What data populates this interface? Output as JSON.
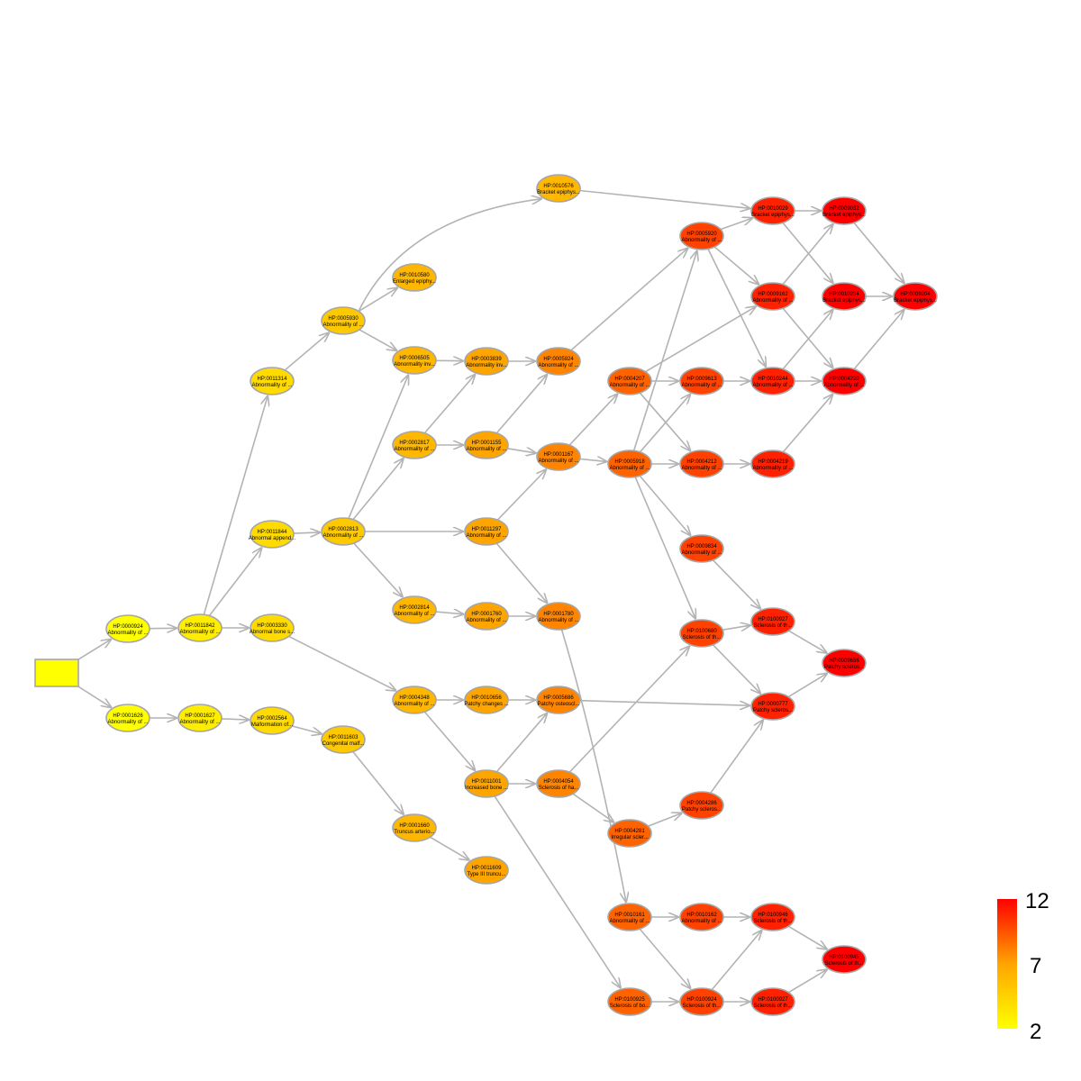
{
  "root": {
    "id": "root",
    "label": ""
  },
  "nodes": [
    {
      "id": "HP:0000924",
      "label": "Abnormality of ...",
      "level": 2
    },
    {
      "id": "HP:0001626",
      "label": "Abnormality of ...",
      "level": 2
    },
    {
      "id": "HP:0011842",
      "label": "Abnormality of ...",
      "level": 3
    },
    {
      "id": "HP:0001627",
      "label": "Abnormality of ...",
      "level": 3
    },
    {
      "id": "HP:0011314",
      "label": "Abnormality of ...",
      "level": 4
    },
    {
      "id": "HP:0011844",
      "label": "Abnormal append...",
      "level": 4
    },
    {
      "id": "HP:0003330",
      "label": "Abnormal bone s...",
      "level": 4
    },
    {
      "id": "HP:0002564",
      "label": "Malformation of...",
      "level": 4
    },
    {
      "id": "HP:0005930",
      "label": "Abnormality of ...",
      "level": 5
    },
    {
      "id": "HP:0002813",
      "label": "Abnormality of ...",
      "level": 5
    },
    {
      "id": "HP:0011603",
      "label": "Congenital malf...",
      "level": 5
    },
    {
      "id": "HP:0010576",
      "label": "Bracket epiphys...",
      "level": 6
    },
    {
      "id": "HP:0010580",
      "label": "Enlarged epiphy...",
      "level": 6
    },
    {
      "id": "HP:0006505",
      "label": "Abnormality inv...",
      "level": 6
    },
    {
      "id": "HP:0002817",
      "label": "Abnormality of ...",
      "level": 6
    },
    {
      "id": "HP:0002814",
      "label": "Abnormality of ...",
      "level": 6
    },
    {
      "id": "HP:0004348",
      "label": "Abnormality of ...",
      "level": 6
    },
    {
      "id": "HP:0001660",
      "label": "Truncus arterio...",
      "level": 6
    },
    {
      "id": "HP:0003839",
      "label": "Abnormality inv...",
      "level": 7
    },
    {
      "id": "HP:0001155",
      "label": "Abnormality of ...",
      "level": 7
    },
    {
      "id": "HP:0011297",
      "label": "Abnormality of ...",
      "level": 7
    },
    {
      "id": "HP:0001760",
      "label": "Abnormality of ...",
      "level": 7
    },
    {
      "id": "HP:0010656",
      "label": "Patchy changes ...",
      "level": 7
    },
    {
      "id": "HP:0011001",
      "label": "Increased bone ...",
      "level": 7
    },
    {
      "id": "HP:0011609",
      "label": "Type III truncu...",
      "level": 7
    },
    {
      "id": "HP:0005924",
      "label": "Abnormality of ...",
      "level": 8
    },
    {
      "id": "HP:0001167",
      "label": "Abnormality of ...",
      "level": 8
    },
    {
      "id": "HP:0001780",
      "label": "Abnormality of ...",
      "level": 8
    },
    {
      "id": "HP:0005686",
      "label": "Patchy osteoscl...",
      "level": 8
    },
    {
      "id": "HP:0004054",
      "label": "Sclerosis of ha...",
      "level": 8
    },
    {
      "id": "HP:0004207",
      "label": "Abnormality of ...",
      "level": 9
    },
    {
      "id": "HP:0005918",
      "label": "Abnormality of ...",
      "level": 9
    },
    {
      "id": "HP:0004281",
      "label": "Irregular scler...",
      "level": 9
    },
    {
      "id": "HP:0010161",
      "label": "Abnormality of ...",
      "level": 9
    },
    {
      "id": "HP:0100925",
      "label": "Sclerosis of bo...",
      "level": 9
    },
    {
      "id": "HP:0005920",
      "label": "Abnormality of ...",
      "level": 10
    },
    {
      "id": "HP:0009613",
      "label": "Abnormality of ...",
      "level": 10
    },
    {
      "id": "HP:0004212",
      "label": "Abnormality of ...",
      "level": 10
    },
    {
      "id": "HP:0009834",
      "label": "Abnormality of ...",
      "level": 10
    },
    {
      "id": "HP:0100680",
      "label": "Sclerosis of th...",
      "level": 10
    },
    {
      "id": "HP:0004286",
      "label": "Patchy scleros...",
      "level": 10
    },
    {
      "id": "HP:0010162",
      "label": "Abnormality of ...",
      "level": 10
    },
    {
      "id": "HP:0100924",
      "label": "Sclerosis of th...",
      "level": 10
    },
    {
      "id": "HP:0010029",
      "label": "Bracket epiphys...",
      "level": 11
    },
    {
      "id": "HP:0009162",
      "label": "Abnormality of ...",
      "level": 11
    },
    {
      "id": "HP:0010244",
      "label": "Abnormality of ...",
      "level": 11
    },
    {
      "id": "HP:0004219",
      "label": "Abnormality of ...",
      "level": 11
    },
    {
      "id": "HP:0100927",
      "label": "Sclerosis of th...",
      "level": 11
    },
    {
      "id": "HP:0000777",
      "label": "Patchy scleros...",
      "level": 11
    },
    {
      "id": "HP:0100946",
      "label": "Sclerosis of th...",
      "level": 11
    },
    {
      "id": "HP:0100927b",
      "label": "Sclerosis of th...",
      "level": 11
    },
    {
      "id": "HP:0009032",
      "label": "Bracket epiphys...",
      "level": 12
    },
    {
      "id": "HP:0010234",
      "label": "Bracket epiphys...",
      "level": 12
    },
    {
      "id": "HP:0004220",
      "label": "Abnormality of ...",
      "level": 12
    },
    {
      "id": "HP:0009656",
      "label": "Patchy scleros...",
      "level": 12
    },
    {
      "id": "HP:0100945",
      "label": "Sclerosis of th...",
      "level": 12
    },
    {
      "id": "HP:0009204",
      "label": "Bracket epiphys...",
      "level": 12
    }
  ],
  "edges": [
    [
      "root",
      "HP:0000924"
    ],
    [
      "root",
      "HP:0001626"
    ],
    [
      "HP:0000924",
      "HP:0011842"
    ],
    [
      "HP:0001626",
      "HP:0001627"
    ],
    [
      "HP:0011842",
      "HP:0011314"
    ],
    [
      "HP:0011842",
      "HP:0011844"
    ],
    [
      "HP:0011842",
      "HP:0003330"
    ],
    [
      "HP:0001627",
      "HP:0002564"
    ],
    [
      "HP:0011314",
      "HP:0005930"
    ],
    [
      "HP:0011844",
      "HP:0002813"
    ],
    [
      "HP:0003330",
      "HP:0004348"
    ],
    [
      "HP:0002564",
      "HP:0011603"
    ],
    [
      "HP:0005930",
      "HP:0010576"
    ],
    [
      "HP:0005930",
      "HP:0010580"
    ],
    [
      "HP:0005930",
      "HP:0006505"
    ],
    [
      "HP:0002813",
      "HP:0006505"
    ],
    [
      "HP:0002813",
      "HP:0002817"
    ],
    [
      "HP:0002813",
      "HP:0011297"
    ],
    [
      "HP:0002813",
      "HP:0002814"
    ],
    [
      "HP:0011603",
      "HP:0001660"
    ],
    [
      "HP:0001660",
      "HP:0011609"
    ],
    [
      "HP:0006505",
      "HP:0003839"
    ],
    [
      "HP:0002817",
      "HP:0003839"
    ],
    [
      "HP:0002817",
      "HP:0001155"
    ],
    [
      "HP:0002814",
      "HP:0001760"
    ],
    [
      "HP:0004348",
      "HP:0010656"
    ],
    [
      "HP:0004348",
      "HP:0011001"
    ],
    [
      "HP:0003839",
      "HP:0005924"
    ],
    [
      "HP:0001155",
      "HP:0005924"
    ],
    [
      "HP:0001155",
      "HP:0001167"
    ],
    [
      "HP:0011297",
      "HP:0001167"
    ],
    [
      "HP:0011297",
      "HP:0001780"
    ],
    [
      "HP:0001760",
      "HP:0001780"
    ],
    [
      "HP:0010656",
      "HP:0005686"
    ],
    [
      "HP:0011001",
      "HP:0005686"
    ],
    [
      "HP:0011001",
      "HP:0004054"
    ],
    [
      "HP:0011001",
      "HP:0100925"
    ],
    [
      "HP:0005924",
      "HP:0005920"
    ],
    [
      "HP:0001167",
      "HP:0004207"
    ],
    [
      "HP:0001167",
      "HP:0005918"
    ],
    [
      "HP:0001780",
      "HP:0010161"
    ],
    [
      "HP:0005686",
      "HP:0000777"
    ],
    [
      "HP:0004054",
      "HP:0100680"
    ],
    [
      "HP:0004054",
      "HP:0004281"
    ],
    [
      "HP:0004207",
      "HP:0009613"
    ],
    [
      "HP:0004207",
      "HP:0004212"
    ],
    [
      "HP:0004207",
      "HP:0009162"
    ],
    [
      "HP:0005918",
      "HP:0005920"
    ],
    [
      "HP:0005918",
      "HP:0009613"
    ],
    [
      "HP:0005918",
      "HP:0004212"
    ],
    [
      "HP:0005918",
      "HP:0009834"
    ],
    [
      "HP:0005918",
      "HP:0100680"
    ],
    [
      "HP:0004281",
      "HP:0004286"
    ],
    [
      "HP:0010161",
      "HP:0010162"
    ],
    [
      "HP:0010161",
      "HP:0100924"
    ],
    [
      "HP:0100925",
      "HP:0100924"
    ],
    [
      "HP:0010576",
      "HP:0010029"
    ],
    [
      "HP:0005920",
      "HP:0010029"
    ],
    [
      "HP:0005920",
      "HP:0009162"
    ],
    [
      "HP:0005920",
      "HP:0010244"
    ],
    [
      "HP:0009613",
      "HP:0010244"
    ],
    [
      "HP:0004212",
      "HP:0004219"
    ],
    [
      "HP:0009834",
      "HP:0100927"
    ],
    [
      "HP:0100680",
      "HP:0100927"
    ],
    [
      "HP:0100680",
      "HP:0000777"
    ],
    [
      "HP:0004286",
      "HP:0000777"
    ],
    [
      "HP:0010162",
      "HP:0100946"
    ],
    [
      "HP:0100924",
      "HP:0100946"
    ],
    [
      "HP:0100924",
      "HP:0100927b"
    ],
    [
      "HP:0010029",
      "HP:0009032"
    ],
    [
      "HP:0010029",
      "HP:0010234"
    ],
    [
      "HP:0009162",
      "HP:0009032"
    ],
    [
      "HP:0009162",
      "HP:0004220"
    ],
    [
      "HP:0010244",
      "HP:0010234"
    ],
    [
      "HP:0010244",
      "HP:0004220"
    ],
    [
      "HP:0004219",
      "HP:0004220"
    ],
    [
      "HP:0100927",
      "HP:0009656"
    ],
    [
      "HP:0000777",
      "HP:0009656"
    ],
    [
      "HP:0100946",
      "HP:0100945"
    ],
    [
      "HP:0100927b",
      "HP:0100945"
    ],
    [
      "HP:0009032",
      "HP:0009204"
    ],
    [
      "HP:0010234",
      "HP:0009204"
    ],
    [
      "HP:0004220",
      "HP:0009204"
    ]
  ],
  "colors": {
    "edge": "#b3b3b3",
    "node_border": "#a6a6a6",
    "scale": [
      "#ffff00",
      "#ffa500",
      "#ff0000"
    ]
  },
  "legend": {
    "max_label": "12",
    "mid_label": "7",
    "min_label": "2",
    "min": 2,
    "mid": 7,
    "max": 12
  }
}
